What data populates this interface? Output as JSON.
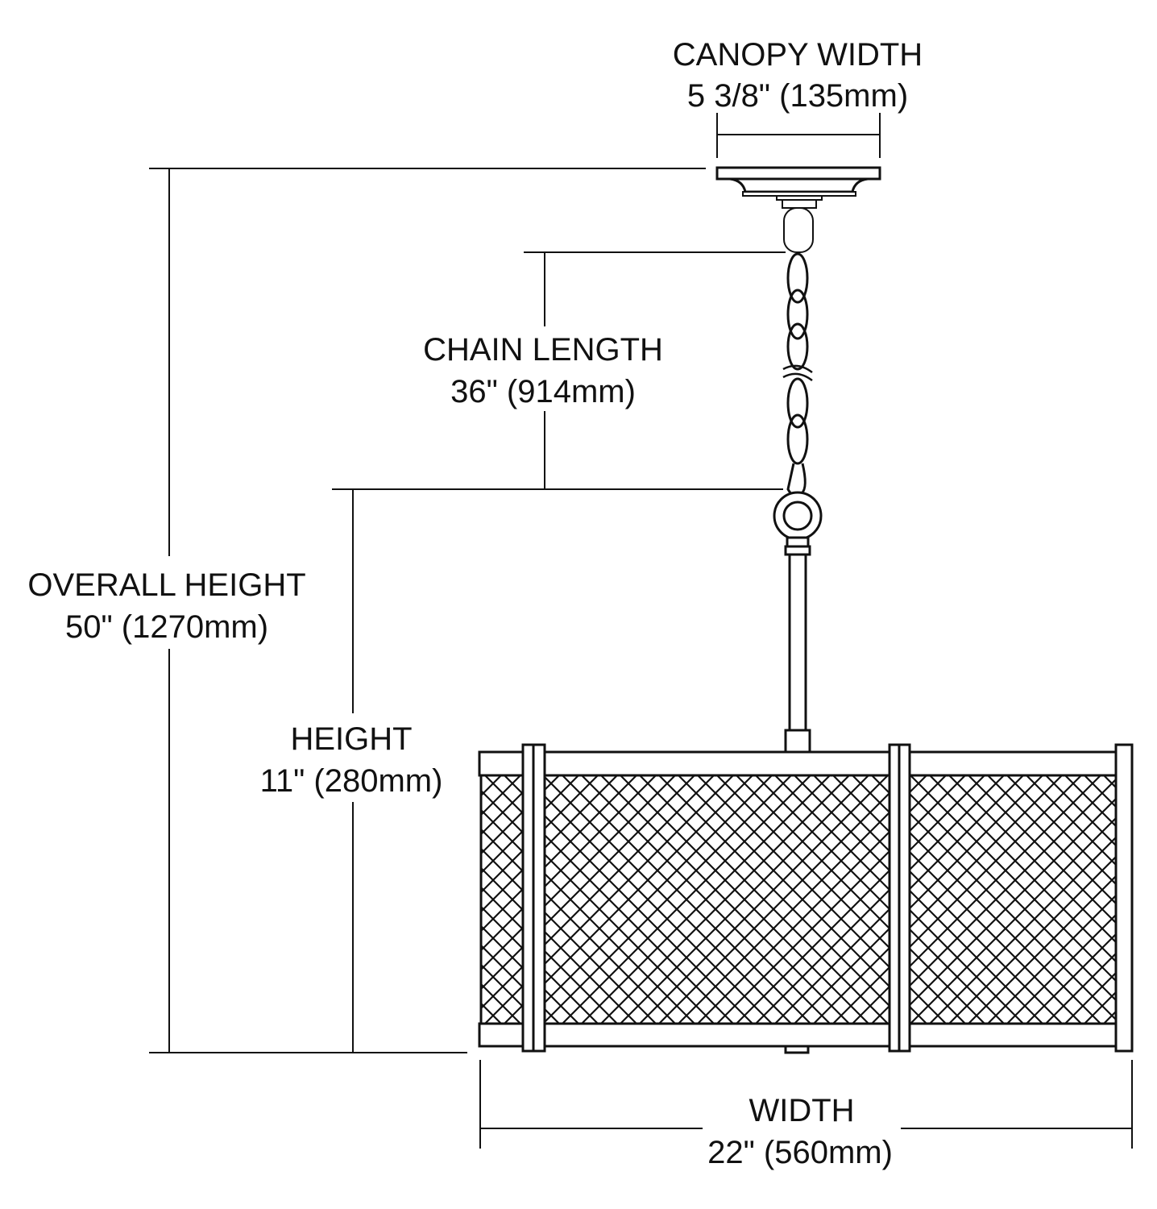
{
  "dimensions": {
    "canopy_width": {
      "label": "CANOPY WIDTH",
      "value": "5 3/8\" (135mm)"
    },
    "chain_length": {
      "label": "CHAIN LENGTH",
      "value": "36\" (914mm)"
    },
    "overall_height": {
      "label": "OVERALL HEIGHT",
      "value": "50\" (1270mm)"
    },
    "height": {
      "label": "HEIGHT",
      "value": "11\" (280mm)"
    },
    "width": {
      "label": "WIDTH",
      "value": "22\" (560mm)"
    }
  },
  "colors": {
    "line": "#111111",
    "background": "#ffffff"
  }
}
